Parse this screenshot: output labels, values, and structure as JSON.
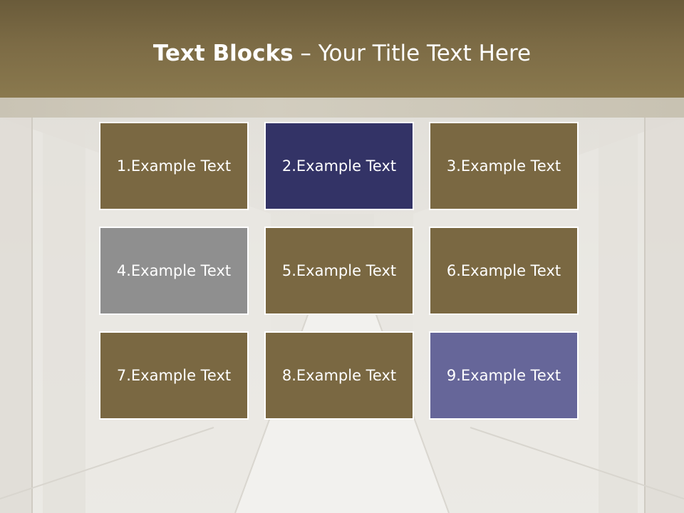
{
  "title": {
    "bold": "Text Blocks",
    "separator": " – ",
    "rest": "Your Title Text Here"
  },
  "colors": {
    "header": "#7c6b45",
    "tile_brown": "#7a6842",
    "tile_navy": "#333366",
    "tile_gray": "#8f8f8f",
    "tile_purple": "#666699"
  },
  "blocks": [
    {
      "label": "1.Example Text",
      "color": "#7a6842"
    },
    {
      "label": "2.Example Text",
      "color": "#333366"
    },
    {
      "label": "3.Example Text",
      "color": "#7a6842"
    },
    {
      "label": "4.Example Text",
      "color": "#8f8f8f"
    },
    {
      "label": "5.Example Text",
      "color": "#7a6842"
    },
    {
      "label": "6.Example Text",
      "color": "#7a6842"
    },
    {
      "label": "7.Example Text",
      "color": "#7a6842"
    },
    {
      "label": "8.Example Text",
      "color": "#7a6842"
    },
    {
      "label": "9.Example Text",
      "color": "#666699"
    }
  ]
}
